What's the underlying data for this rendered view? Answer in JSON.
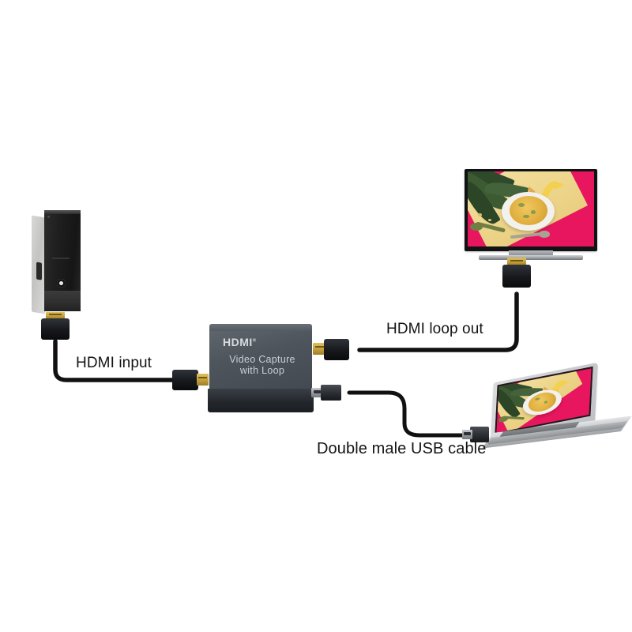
{
  "diagram": {
    "title": "HDMI Video Capture with Loop connection diagram",
    "background_color": "#ffffff"
  },
  "labels": {
    "hdmi_input": "HDMI input",
    "hdmi_loop_out": "HDMI loop out",
    "usb_cable": "Double male USB cable"
  },
  "devices": {
    "pc_tower": {
      "name": "Desktop PC tower",
      "side_color": "#d8d8d6",
      "front_color": "#1e1e1e"
    },
    "tv": {
      "name": "Flat screen TV",
      "bezel_color": "#111214",
      "stand_color": "#9a9da1"
    },
    "laptop": {
      "name": "Silver laptop",
      "body_color": "#c6c9cc"
    },
    "capture_device": {
      "name": "HDMI Video Capture with Loop",
      "brand_logo": "HDMI",
      "brand_mark": "®",
      "title_line_1": "Video   Capture",
      "title_line_2": "with Loop",
      "body_color": "#4e545c",
      "front_color": "#24282d",
      "text_color": "#c9ced3"
    }
  },
  "screen_image": {
    "description": "Top-down food photo: bowl of yellow porridge on pink and yellow background with palm leaves and banana",
    "pink": "#e8165f",
    "yellow": "#eccf84",
    "leaf_green": "#2f4a2a",
    "banana_yellow": "#f3d04e",
    "bowl_white": "#f3f1ec"
  },
  "connectors": {
    "hdmi": {
      "name": "HDMI connector",
      "gold": "#c8a33f",
      "shell": "#16181b"
    },
    "usb": {
      "name": "USB Type-A connector",
      "metal": "#9a9ea3",
      "shell": "#2a2d31"
    }
  },
  "cables": {
    "color": "#111111",
    "connections": [
      {
        "from": "pc_tower",
        "to": "capture_device_hdmi_in",
        "label": "HDMI input"
      },
      {
        "from": "capture_device_hdmi_out",
        "to": "tv",
        "label": "HDMI loop out"
      },
      {
        "from": "capture_device_usb",
        "to": "laptop",
        "label": "Double male USB cable"
      }
    ]
  }
}
